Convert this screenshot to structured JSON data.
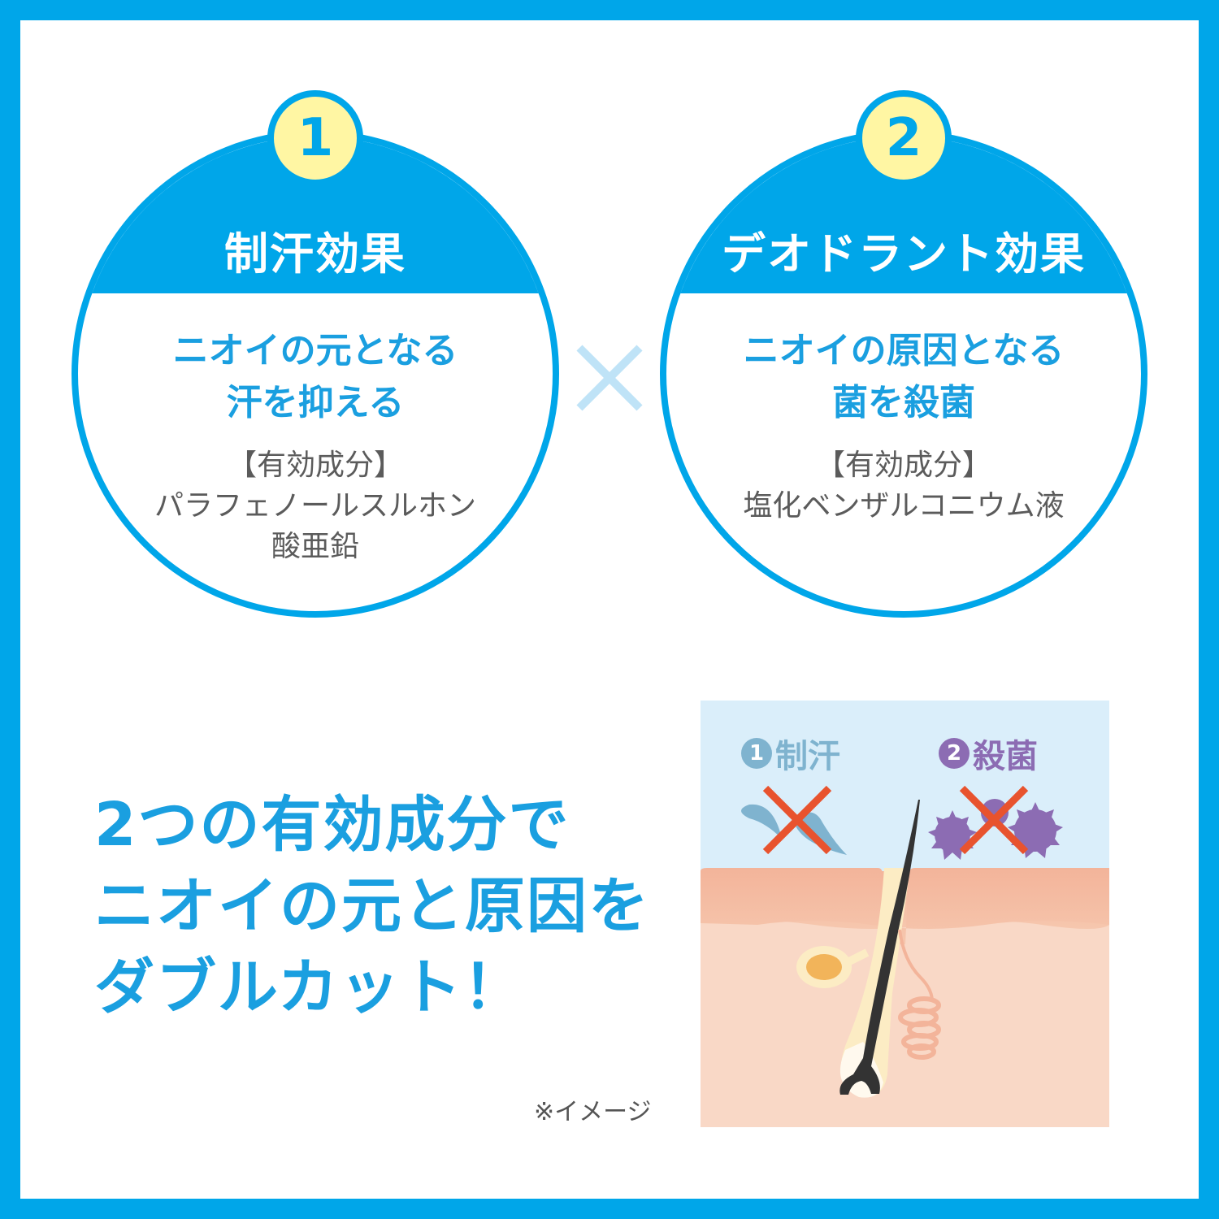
{
  "colors": {
    "brand_blue": "#00a6e9",
    "text_blue": "#1a9fe0",
    "badge_yellow": "#fff6a3",
    "ingredient_gray": "#5b5b5b",
    "times_light_blue": "#bfe3f7",
    "sweat_blue": "#7fb3cf",
    "germ_purple": "#8c6cb3",
    "cross_red": "#e8532e",
    "sky": "#daeefa",
    "skin_top": "#f3b9a0",
    "skin_bottom": "#f8d9c8"
  },
  "effects": [
    {
      "number": "1",
      "title": "制汗効果",
      "lead_lines": [
        "ニオイの元となる",
        "汗を抑える"
      ],
      "ingredient_label": "【有効成分】",
      "ingredient_lines": [
        "パラフェノールスルホン",
        "酸亜鉛"
      ]
    },
    {
      "number": "2",
      "title": "デオドラント効果",
      "lead_lines": [
        "ニオイの原因となる",
        "菌を殺菌"
      ],
      "ingredient_label": "【有効成分】",
      "ingredient_lines": [
        "塩化ベンザルコニウム液"
      ]
    }
  ],
  "combine_symbol": "×",
  "headline_lines": [
    "2つの有効成分で",
    "ニオイの元と原因を",
    "ダブルカット！"
  ],
  "illustration": {
    "label_1": {
      "number": "1",
      "text": "制汗"
    },
    "label_2": {
      "number": "2",
      "text": "殺菌"
    }
  },
  "note": "※イメージ"
}
